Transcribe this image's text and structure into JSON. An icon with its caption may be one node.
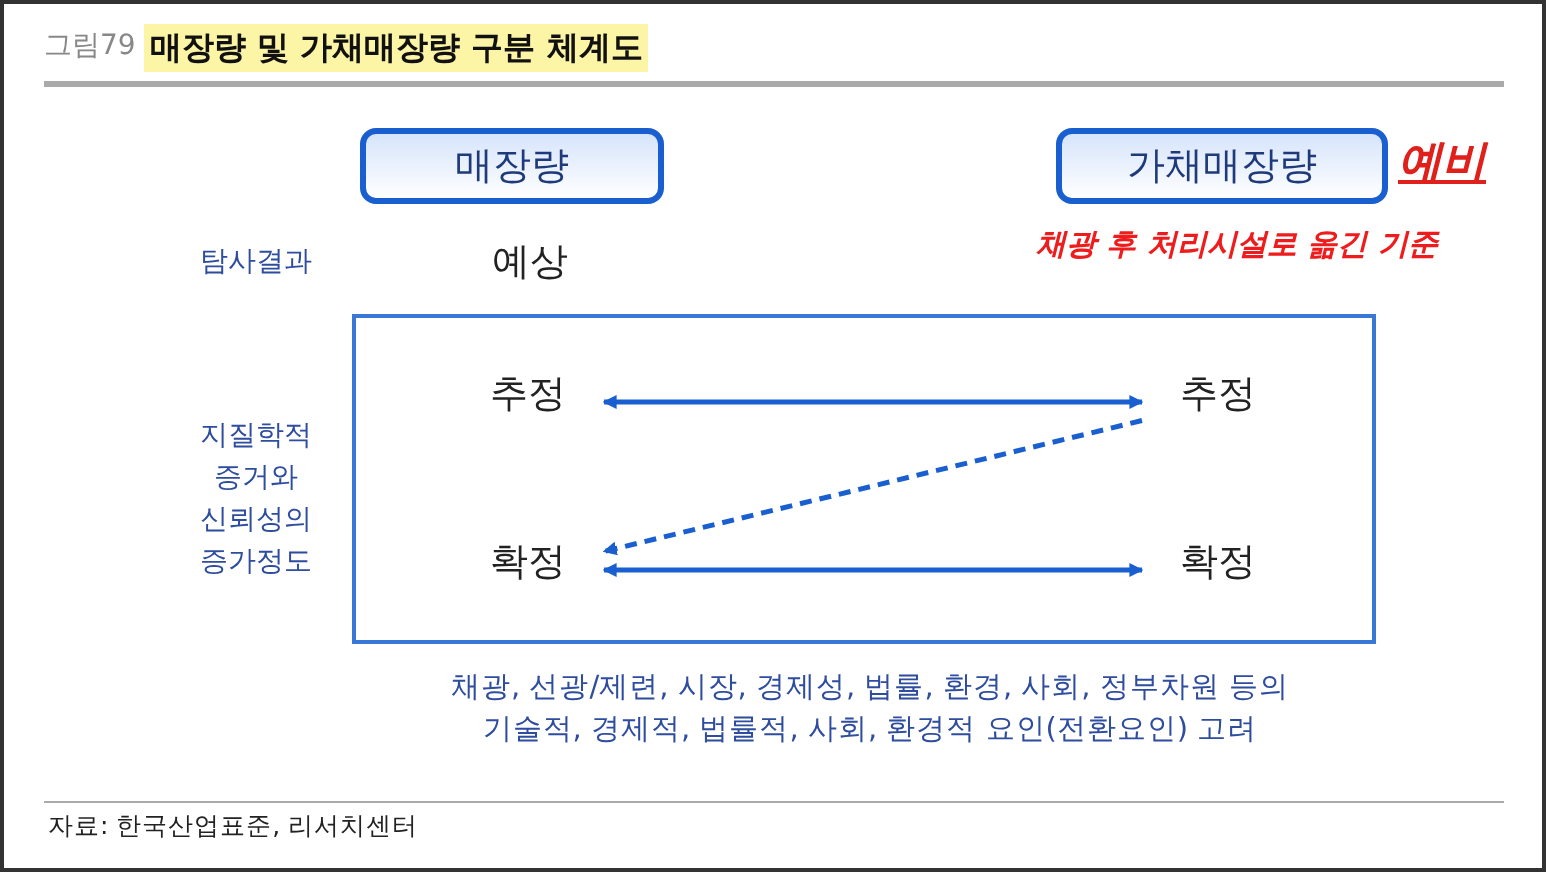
{
  "diagram": {
    "title": "매장량 및 가채매장량 구분 체계도",
    "caption": "자료: 한국산업표준, 리서치센터",
    "nodes": [
      {
        "text": [
          "매장량"
        ]
      },
      {
        "text": [
          "가채매장량"
        ]
      },
      {
        "text": [],
        "shape": "box"
      },
      {
        "text": [
          "추정"
        ],
        "in": 2
      },
      {
        "text": [
          "추정"
        ],
        "in": 2
      },
      {
        "text": [
          "확정"
        ],
        "in": 2
      },
      {
        "text": [
          "확정"
        ],
        "in": 2
      }
    ],
    "edges": [
      {
        "from": 3,
        "to": 4,
        "arrow": "both"
      },
      {
        "from": 4,
        "to": 5,
        "arrow": "to",
        "style": "dashed"
      },
      {
        "from": 5,
        "to": 6,
        "arrow": "both"
      }
    ],
    "labels": [
      "그림79",
      "예비",
      "채광 후 처리시설로 옮긴 기준",
      "탐사결과",
      "예상",
      "지질학적 증거와 신뢰성의 증가정도",
      "채광, 선광/제련, 시장, 경제성, 법률, 환경, 사회, 정부차원 등의 기술적, 경제적, 법률적, 사회, 환경적 요인(전환요인) 고려"
    ]
  }
}
